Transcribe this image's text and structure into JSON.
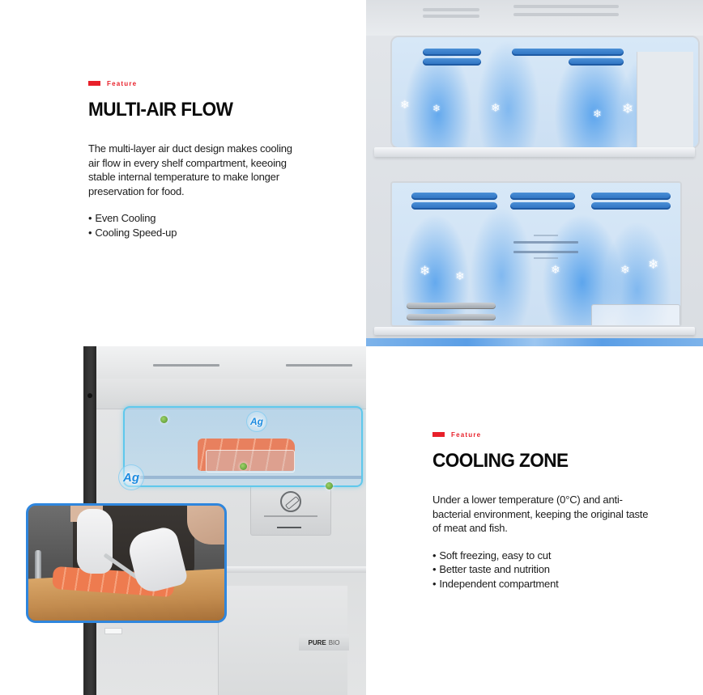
{
  "sections": [
    {
      "id": "multi-air-flow",
      "tag": "Feature",
      "title": "MULTI-AIR FLOW",
      "description": "The multi-layer air duct design makes cooling air flow in every shelf compartment, keeoing stable internal temperature to make longer preservation for food.",
      "bullets": [
        "Even Cooling",
        "Cooling Speed-up"
      ],
      "image": {
        "alt": "Refrigerator interior with blue cooling air flowing from vents across shelves",
        "snowflake_icon": "❄"
      }
    },
    {
      "id": "cooling-zone",
      "tag": "Feature",
      "title": "COOLING ZONE",
      "description": "Under a lower temperature (0°C) and anti-bacterial environment, keeping the original taste of meat and fish.",
      "bullets": [
        "Soft freezing, easy to cut",
        "Better taste and nutrition",
        "Independent compartment"
      ],
      "image": {
        "alt": "Refrigerator cooling zone drawer holding salmon, with inset of gloved hands slicing salmon",
        "ag_label": "Ag",
        "badge_pure": "PURE",
        "badge_bio": "BIO"
      }
    }
  ],
  "colors": {
    "accent_red": "#e8202a",
    "highlight_cyan": "#5fc8ec",
    "inset_border_blue": "#2f86dd",
    "air_blue": "#4096eb"
  }
}
